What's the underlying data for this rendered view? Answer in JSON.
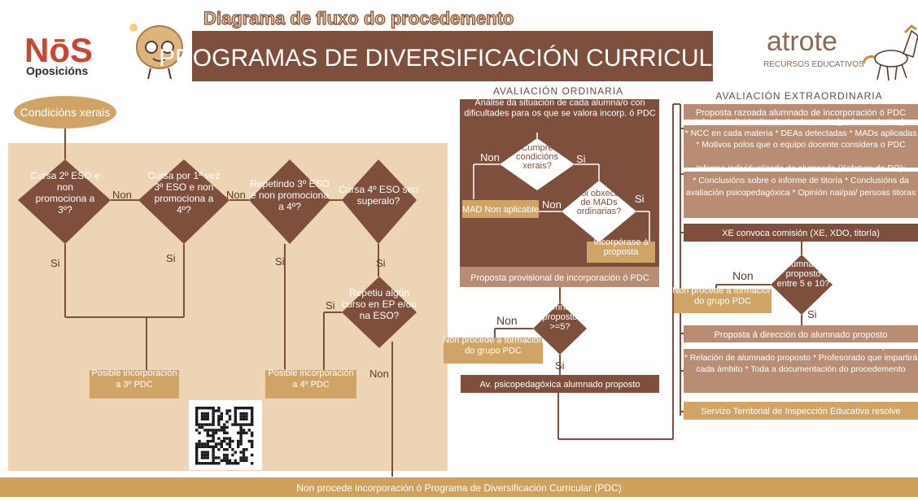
{
  "header": {
    "logo_word": "NōS",
    "logo_sub": "Oposicións",
    "subtitle": "Diagrama de fluxo do procedemento",
    "title": "PROGRAMAS DE DIVERSIFICACIÓN CURRICULAR",
    "brand_word": "atrote",
    "brand_sub": "RECURSOS EDUCATIVOS"
  },
  "left": {
    "start": "Condicións xerais",
    "d1": [
      "Cursa 2º ESO e",
      "non",
      "promociona a",
      "3º?"
    ],
    "d2": [
      "Cursa por 1ª vez",
      "3º ESO e non",
      "promociona a",
      "4º?"
    ],
    "d3": [
      "Repetindo 3º ESO",
      "e non promociona",
      "a 4º?"
    ],
    "d4": [
      "Cursa 4º ESO sen",
      "superalo?"
    ],
    "d5": [
      "Repetiu algún",
      "curso en EP e/ou",
      "na ESO?"
    ],
    "box3": [
      "Posible incorporación",
      "a 3º PDC"
    ],
    "box4": [
      "Posible incorporación",
      "a 4º PDC"
    ],
    "non": "Non",
    "si": "Si"
  },
  "ordinaria": {
    "heading": "AVALIACIÓN ORDINARIA",
    "intro": [
      "Análise da situación de cada alumna/o con",
      "dificultades para os que se valora incorp. ó PDC"
    ],
    "d_cumpre": [
      "Cumpre",
      "condicións",
      "xerais?"
    ],
    "mad_non": "MAD Non aplicable",
    "d_foi": [
      "Foi obxecto",
      "de MADs",
      "ordinarias?"
    ],
    "incorporase": [
      "Incorpórase á",
      "proposta"
    ],
    "proposta": "Proposta provisional de incorporación ó PDC",
    "d_alumnado": [
      "Alumnado",
      "proposto",
      ">=5?"
    ],
    "non_procede": [
      "Non procede a formación",
      "do grupo PDC"
    ],
    "av": "Av. psicopedagóxica alumnado proposto",
    "non": "Non",
    "si": "Si"
  },
  "extra": {
    "heading": "AVALIACIÓN EXTRAORDINARIA",
    "b1": "Proposta razoada alumnado de incorporación ó PDC",
    "b2": [
      "Informe individualizado do alumnado (profesorado titor):",
      "* NCC en cada materia   * DEAs detectadas   * MADs aplicadas",
      "* Motivos polos que o equipo docente considera o PDC"
    ],
    "b3": [
      "Informe individualizado do alumnado (Xefatura do DO):",
      "* Conclusións sobre o informe de titoría   * Conclusións da",
      "avaliación psicopedagóxica   * Opinión nai/pai/ persoas titoras"
    ],
    "b4": "XE convoca comisión (XE, XDO, titoría)",
    "d_entre": [
      "Alumnado",
      "proposto",
      "entre 5 e 10?"
    ],
    "non_procede": [
      "Non procede a formación",
      "do grupo PDC"
    ],
    "b5": "Proposta á dirección do alumnado proposto",
    "b6": [
      "Envío da documentación ó Servizo Territorial de Inspección:",
      "* Relación de alumnado proposto   * Profesorado que impartirá",
      "cada ámbito   * Toda a documentación do procedemento"
    ],
    "b7": "Servizo Territorial de Inspección Educativa resolve",
    "non": "Non",
    "si": "Si"
  },
  "footer": "Non procede incorporación ó Programa de Diversificación Curricular (PDC)",
  "colors": {
    "dark": "#7e4f3c",
    "mid": "#9c6b52",
    "light": "#b98d74",
    "tan": "#d0a466",
    "panel": "#ecd4b4",
    "footer": "#cfa15d",
    "accent": "#c9472e"
  }
}
